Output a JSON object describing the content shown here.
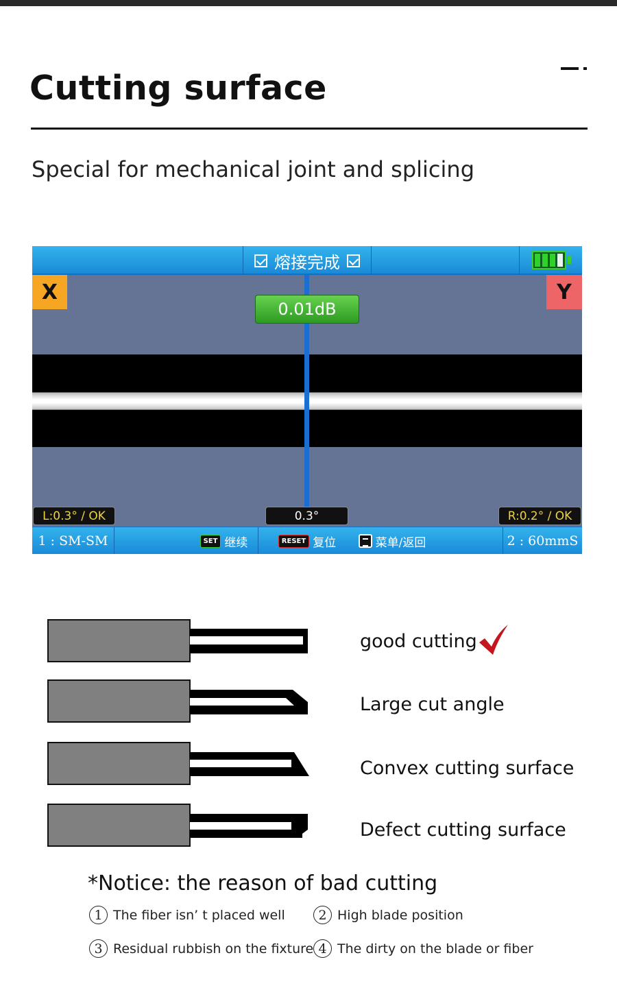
{
  "header": {
    "title": "Cutting surface",
    "subtitle": "Special for mechanical joint and splicing"
  },
  "screen": {
    "status_title": "熔接完成",
    "x_label": "X",
    "y_label": "Y",
    "loss": "0.01dB",
    "left_angle": "L:0.3° / OK",
    "center_angle": "0.3°",
    "right_angle": "R:0.2° / OK",
    "battery_level": 0.75,
    "bottom": {
      "mode": "1 : SM-SM",
      "set_key": "SET",
      "set_label": "继续",
      "reset_key": "RESET",
      "reset_label": "复位",
      "menu_label": "菜单/返回",
      "speed": "2 : 60mmS"
    },
    "colors": {
      "bar_blue": "#1a8ad8",
      "x_orange": "#f6a623",
      "y_red": "#ee6568",
      "loss_green": "#2d9a22",
      "angle_yellow": "#f0d240"
    }
  },
  "cutting_types": [
    {
      "label": "good cutting",
      "icon": "checkmark-icon"
    },
    {
      "label": "Large cut angle"
    },
    {
      "label": "Convex cutting surface"
    },
    {
      "label": "Defect cutting surface"
    }
  ],
  "notice": {
    "title": "*Notice: the reason of bad cutting",
    "reasons": [
      {
        "num": "1",
        "text": "The fiber isn’ t placed well"
      },
      {
        "num": "2",
        "text": "High blade position"
      },
      {
        "num": "3",
        "text": "Residual rubbish on the fixture"
      },
      {
        "num": "4",
        "text": "The dirty on the blade or fiber"
      }
    ]
  }
}
